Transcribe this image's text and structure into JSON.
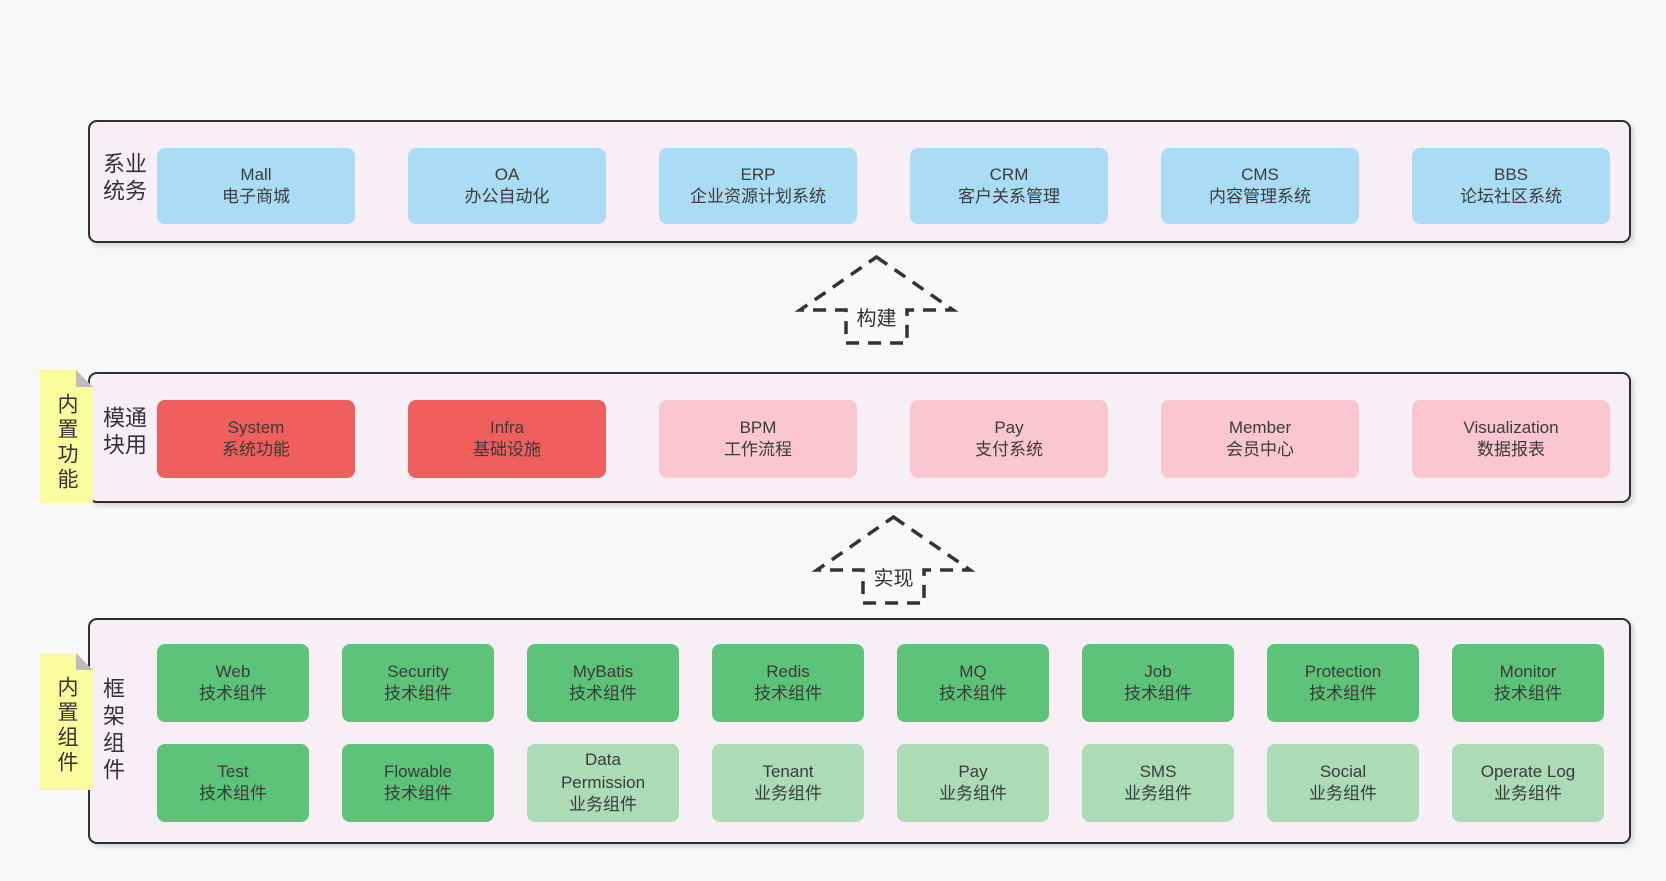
{
  "colors": {
    "page_bg": "#f8f8f8",
    "band_bg": "#f8eef6",
    "band_border": "#2f2f2f",
    "box_blue": "#aadcf6",
    "box_red": "#f15e5e",
    "box_pink": "#fbc7cf",
    "box_green": "#5cc378",
    "box_light_green": "#abdcb5",
    "sticky_yellow": "#fafc9e",
    "text": "#3b3b3b"
  },
  "bands": {
    "business": {
      "label": "业务系统",
      "boxes": [
        {
          "title": "Mall",
          "subtitle": "电子商城"
        },
        {
          "title": "OA",
          "subtitle": "办公自动化"
        },
        {
          "title": "ERP",
          "subtitle": "企业资源计划系统"
        },
        {
          "title": "CRM",
          "subtitle": "客户关系管理"
        },
        {
          "title": "CMS",
          "subtitle": "内容管理系统"
        },
        {
          "title": "BBS",
          "subtitle": "论坛社区系统"
        }
      ]
    },
    "modules": {
      "label": "通用模块",
      "sticky": "内置功能",
      "boxes": [
        {
          "title": "System",
          "subtitle": "系统功能"
        },
        {
          "title": "Infra",
          "subtitle": "基础设施"
        },
        {
          "title": "BPM",
          "subtitle": "工作流程"
        },
        {
          "title": "Pay",
          "subtitle": "支付系统"
        },
        {
          "title": "Member",
          "subtitle": "会员中心"
        },
        {
          "title": "Visualization",
          "subtitle": "数据报表"
        }
      ]
    },
    "components": {
      "label": "框架组件",
      "sticky": "内置组件",
      "row1": [
        {
          "title": "Web",
          "subtitle": "技术组件"
        },
        {
          "title": "Security",
          "subtitle": "技术组件"
        },
        {
          "title": "MyBatis",
          "subtitle": "技术组件"
        },
        {
          "title": "Redis",
          "subtitle": "技术组件"
        },
        {
          "title": "MQ",
          "subtitle": "技术组件"
        },
        {
          "title": "Job",
          "subtitle": "技术组件"
        },
        {
          "title": "Protection",
          "subtitle": "技术组件"
        },
        {
          "title": "Monitor",
          "subtitle": "技术组件"
        }
      ],
      "row2": [
        {
          "title": "Test",
          "subtitle": "技术组件"
        },
        {
          "title": "Flowable",
          "subtitle": "技术组件"
        },
        {
          "title": "Data\nPermission",
          "subtitle": "业务组件"
        },
        {
          "title": "Tenant",
          "subtitle": "业务组件"
        },
        {
          "title": "Pay",
          "subtitle": "业务组件"
        },
        {
          "title": "SMS",
          "subtitle": "业务组件"
        },
        {
          "title": "Social",
          "subtitle": "业务组件"
        },
        {
          "title": "Operate Log",
          "subtitle": "业务组件"
        }
      ]
    }
  },
  "arrows": {
    "build": {
      "label": "构建",
      "direction": "up"
    },
    "implement": {
      "label": "实现",
      "direction": "up"
    }
  }
}
